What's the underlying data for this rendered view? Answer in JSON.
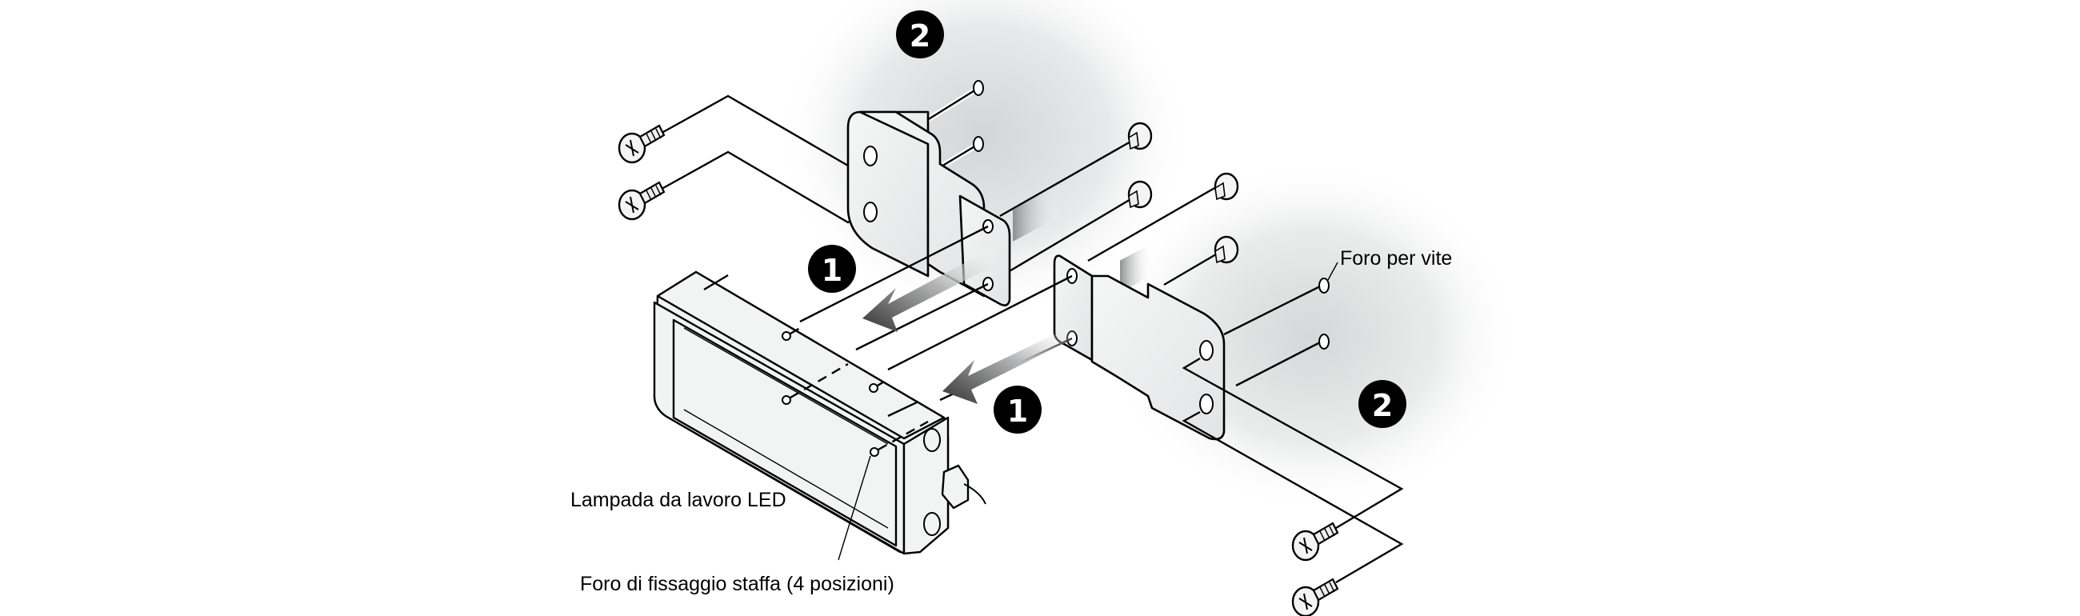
{
  "labels": {
    "lamp": "Lampada da lavoro LED",
    "mounting_holes": "Foro di fissaggio staffa (4 posizioni)",
    "screw_hole": "Foro per vite"
  },
  "steps": {
    "step1": "1",
    "step2": "2"
  },
  "colors": {
    "badge": "#000000",
    "badge_text": "#ffffff",
    "shadow": "#d9dadb",
    "arrow_dark": "#3a3a3a"
  },
  "icons": {
    "screw": "screw-icon",
    "bracket": "bracket-icon",
    "arrow": "arrow-icon",
    "lamp": "led-lamp-icon"
  }
}
